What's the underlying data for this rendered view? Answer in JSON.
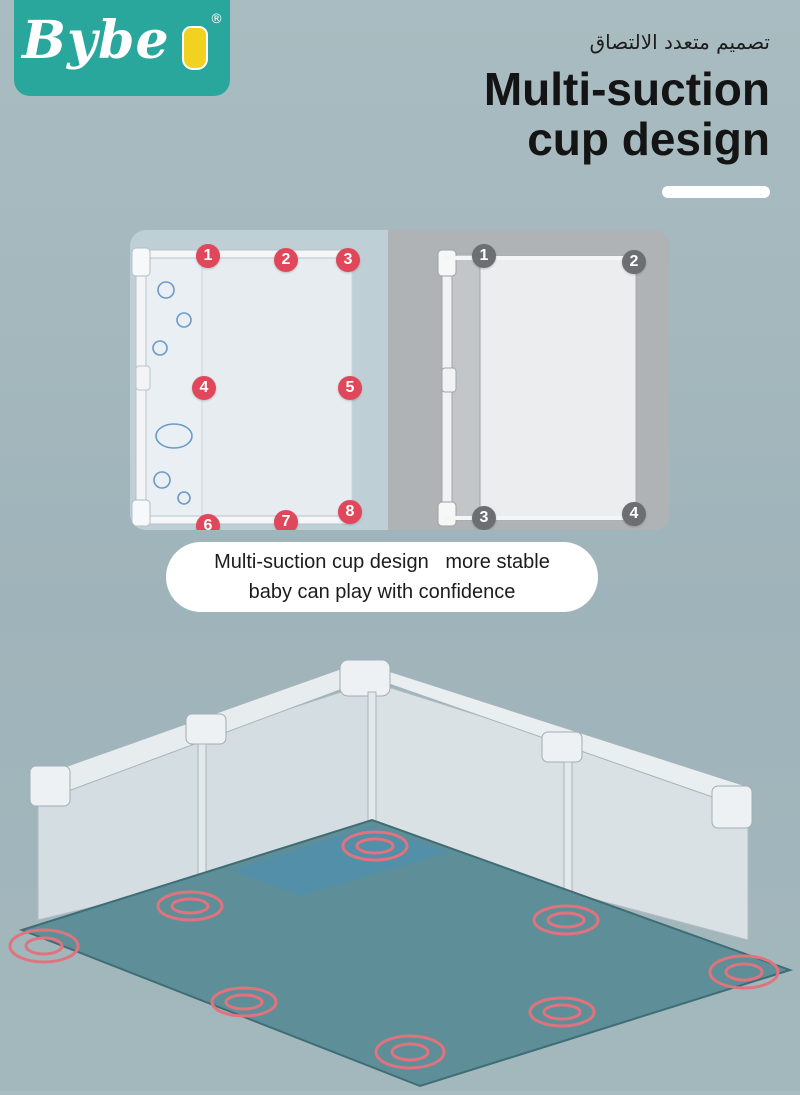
{
  "brand": {
    "logo_text": "Bybe",
    "reg_mark": "®"
  },
  "header": {
    "subtitle_arabic": "تصميم متعدد الالتصاق",
    "title_line1": "Multi-suction",
    "title_line2": "cup design"
  },
  "left_panel": {
    "badges": [
      "1",
      "2",
      "3",
      "4",
      "5",
      "6",
      "7",
      "8"
    ]
  },
  "right_panel": {
    "badges": [
      "1",
      "2",
      "3",
      "4"
    ]
  },
  "caption": {
    "line1": "Multi-suction cup design   more stable",
    "line2": "baby can play with confidence"
  },
  "colors": {
    "brand": "#2aa79d",
    "badge_red": "#e1475a",
    "badge_grey": "#6c6f71",
    "suction_ring": "#e0737d"
  }
}
